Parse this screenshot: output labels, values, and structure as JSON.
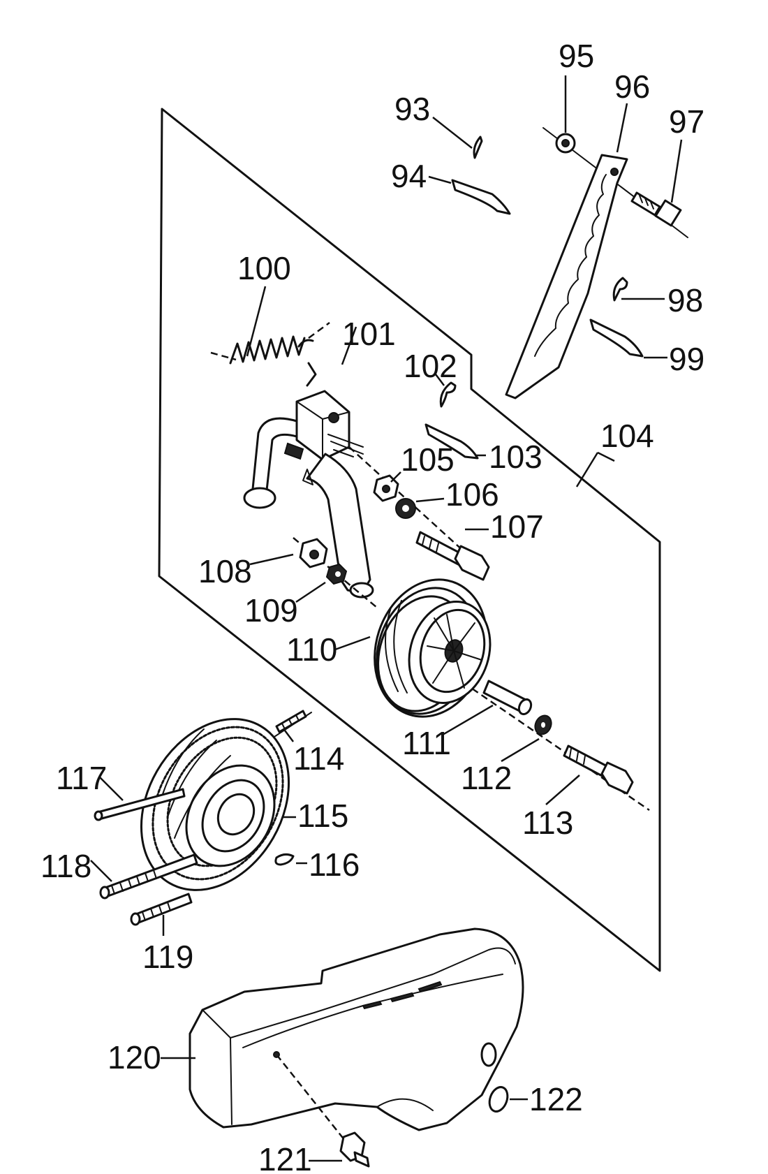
{
  "diagram": {
    "labels": {
      "p93": "93",
      "p94": "94",
      "p95": "95",
      "p96": "96",
      "p97": "97",
      "p98": "98",
      "p99": "99",
      "p100": "100",
      "p101": "101",
      "p102": "102",
      "p103": "103",
      "p104": "104",
      "p105": "105",
      "p106": "106",
      "p107": "107",
      "p108": "108",
      "p109": "109",
      "p110": "110",
      "p111": "111",
      "p112": "112",
      "p113": "113",
      "p114": "114",
      "p115": "115",
      "p116": "116",
      "p117": "117",
      "p118": "118",
      "p119": "119",
      "p120": "120",
      "p121": "121",
      "p122": "122"
    }
  }
}
